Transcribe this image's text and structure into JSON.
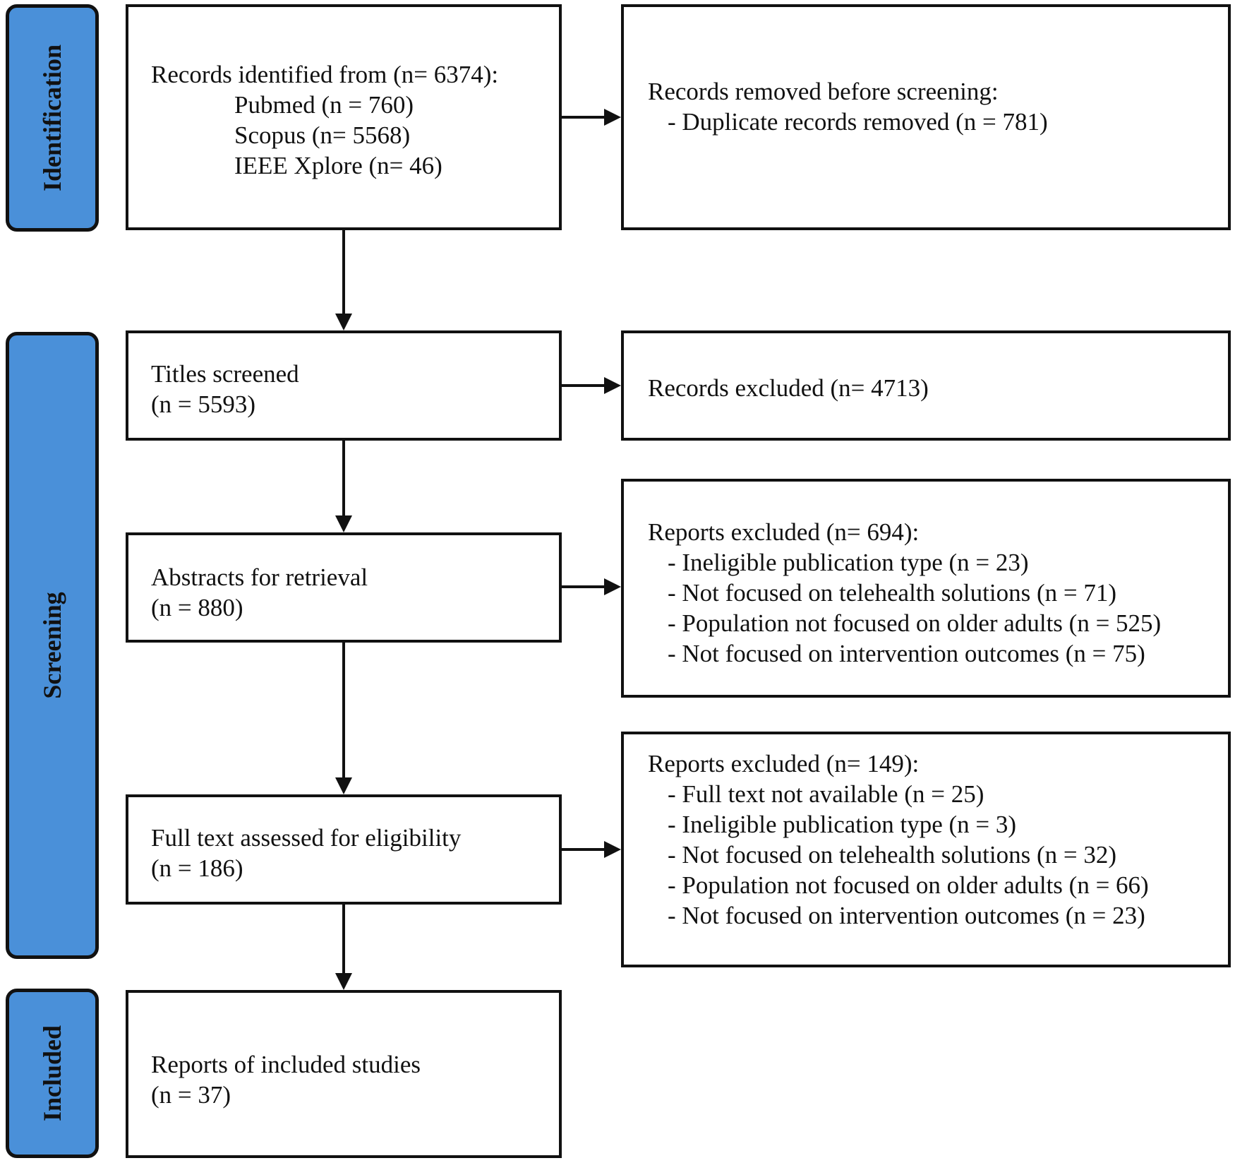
{
  "phases": {
    "identification": "Identification",
    "screening": "Screening",
    "included": "Included"
  },
  "identified": {
    "title": "Records identified from (n= 6374):",
    "sources": [
      "Pubmed (n = 760)",
      "Scopus (n= 5568)",
      "IEEE Xplore (n= 46)"
    ]
  },
  "removed": {
    "title": "Records removed before screening:",
    "items": [
      "- Duplicate records removed (n = 781)"
    ]
  },
  "titles_screened": {
    "line1": "Titles screened",
    "line2": "(n = 5593)"
  },
  "records_excluded": {
    "line1": "Records excluded (n= 4713)"
  },
  "abstracts": {
    "line1": "Abstracts for retrieval",
    "line2": "(n = 880)"
  },
  "reports_excluded_1": {
    "title": "Reports excluded (n= 694):",
    "items": [
      "- Ineligible publication type (n = 23)",
      "- Not focused on telehealth solutions (n = 71)",
      "- Population not focused on older adults (n = 525)",
      "- Not focused on intervention outcomes (n = 75)"
    ]
  },
  "full_text": {
    "line1": "Full text assessed for eligibility",
    "line2": "(n = 186)"
  },
  "reports_excluded_2": {
    "title": "Reports excluded (n= 149):",
    "items": [
      "- Full text not available (n = 25)",
      "- Ineligible publication type (n = 3)",
      "- Not focused on telehealth solutions (n = 32)",
      "- Population not focused on older adults (n = 66)",
      "- Not focused on intervention outcomes (n = 23)"
    ]
  },
  "included_box": {
    "line1": "Reports of included studies",
    "line2": "(n = 37)"
  },
  "colors": {
    "phase_fill": "#4a90d9",
    "stroke": "#111111"
  }
}
